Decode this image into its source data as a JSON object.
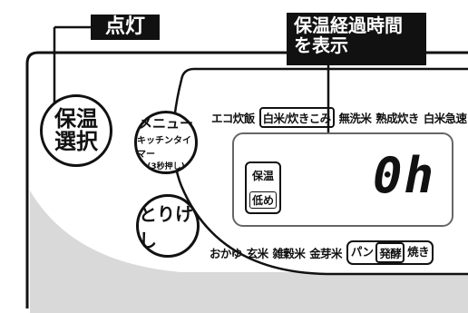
{
  "callouts": {
    "lit": "点灯",
    "elapsed_line1": "保温経過時間",
    "elapsed_line2": "を表示"
  },
  "buttons": {
    "keep_warm_line1": "保温",
    "keep_warm_line2": "選択",
    "menu_line1": "メニュー",
    "menu_line2": "キッチンタイマー",
    "menu_line3": "(3秒押し)",
    "cancel": "とりけし"
  },
  "menu_top": [
    "エコ炊飯",
    "白米/炊きこみ",
    "無洗米",
    "熟成炊き",
    "白米急速"
  ],
  "menu_bottom": [
    "おかゆ",
    "玄米",
    "雑穀米",
    "金芽米",
    "パン",
    "発酵",
    "焼き"
  ],
  "display": {
    "keep_warm": "保温",
    "low_temp": "低め",
    "elapsed": "0h"
  },
  "colors": {
    "callout_bg": "#111111",
    "panel_bg": "#ffffff",
    "body_gray": "#d9d9d9",
    "indicator_dot": "#888888"
  }
}
